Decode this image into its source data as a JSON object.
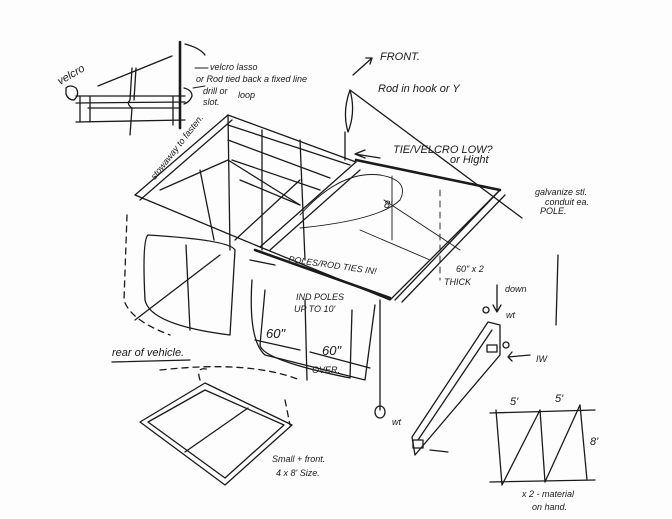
{
  "sketch": {
    "inset": {
      "velcro_label": "velcro",
      "note_line1": "velcro lasso",
      "note_line2": "or Rod tied back a fixed line",
      "note_line3": "drill or",
      "note_line4": "slot.",
      "loop_label": "loop"
    },
    "front_label": "FRONT.",
    "rod_hook_label": "Rod in hook or Y",
    "stowaway_label": "stowaway to fasten.",
    "tie_label_line1": "TIE/VELCRO LOW?",
    "tie_label_line2": "or Hight",
    "galvanized_line1": "galvanize stl.",
    "galvanized_line2": "conduit ea.",
    "galvanized_line3": "POLE.",
    "eight_ft_label": "8'",
    "poles_rod_label": "POLES/ROD TIES IN!",
    "thick_label_line1": "60\" x 2",
    "thick_label_line2": "THICK",
    "ind_poles_line1": "IND POLES",
    "ind_poles_line2": "UP TO 10'",
    "dim_60_left": "60\"",
    "dim_60_right": "60\"",
    "over_label": "OVER.",
    "rear_label": "rear of vehicle.",
    "small_frame_line1": "Small + front.",
    "small_frame_line2": "4 x 8' Size.",
    "down_label": "down",
    "wt_top": "wt",
    "wt_bottom": "wt",
    "iw_label": "IW",
    "grid": {
      "dim_a": "5'",
      "dim_b": "5'",
      "dim_h": "8'",
      "note_line1": "x 2 - material",
      "note_line2": "on hand."
    }
  }
}
